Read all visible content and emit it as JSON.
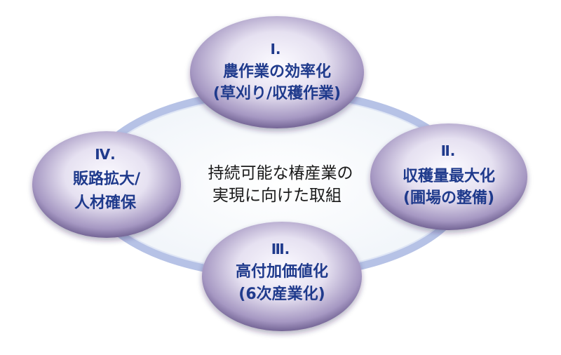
{
  "center": {
    "line1": "持続可能な椿産業の",
    "line2": "実現に向けた取組"
  },
  "nodes": [
    {
      "id": "1",
      "numeral": "Ⅰ.",
      "line1": "農作業の効率化",
      "line2": "(草刈り/収穫作業)"
    },
    {
      "id": "2",
      "numeral": "Ⅱ.",
      "line1": "収穫量最大化",
      "line2": "(圃場の整備)"
    },
    {
      "id": "3",
      "numeral": "Ⅲ.",
      "line1": "高付加価値化",
      "line2": "(6次産業化)"
    },
    {
      "id": "4",
      "numeral": "Ⅳ.",
      "line1": "販路拡大/",
      "line2": "人材確保"
    }
  ],
  "colors": {
    "node_text": "#1f3a8c",
    "ring_stroke": "#b6c2e6",
    "ring_fill": "#f3f7fb",
    "node_light": "#fbfaff",
    "node_dark": "#5c4d80"
  }
}
